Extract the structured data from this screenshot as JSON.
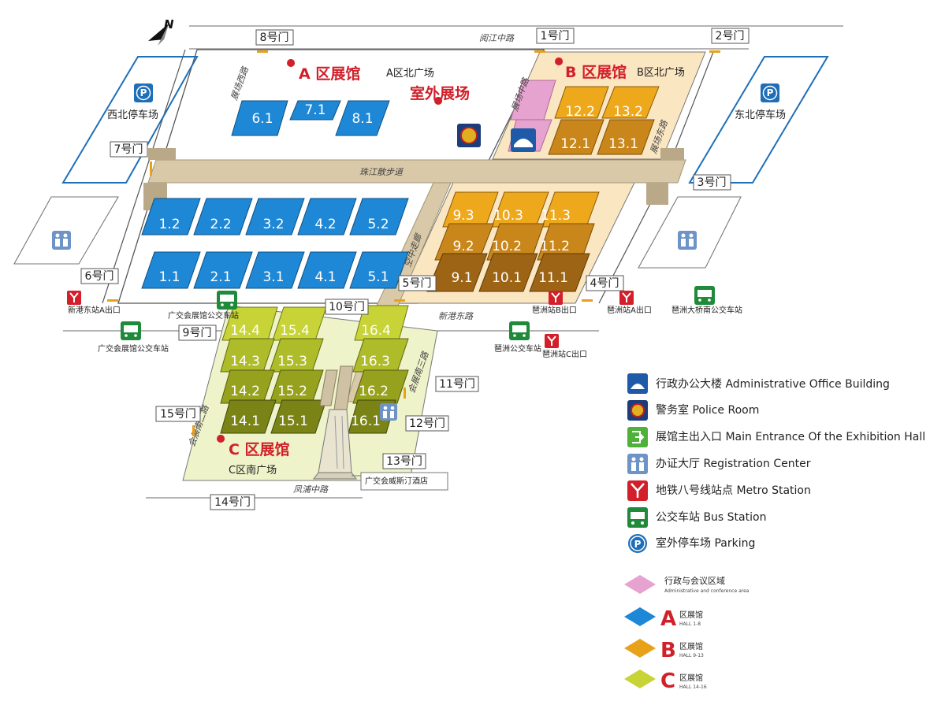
{
  "map": {
    "north_label": "N",
    "zones": {
      "a": {
        "title": "A 区展馆",
        "north_square": "A区北广场"
      },
      "b": {
        "title": "B 区展馆",
        "north_square": "B区北广场"
      },
      "c": {
        "title": "C 区展馆",
        "south_square": "C区南广场"
      },
      "outdoor": "室外展场"
    },
    "parking": {
      "northwest": "西北停车场",
      "northeast": "东北停车场"
    },
    "roads": {
      "yuejiang": "阅江中路",
      "zhanchang_west": "展场西路",
      "zhanchang_mid": "展场中路",
      "zhanchang_east": "展场东路",
      "zhujiang_walk": "珠江散步道",
      "xingang_east": "新港东路",
      "huizhan_south2": "会展南二路",
      "huizhan_south3": "会展南三路",
      "fengpu": "凤浦中路",
      "air_walk": "空中走廊"
    },
    "gates": [
      "1号门",
      "2号门",
      "3号门",
      "4号门",
      "5号门",
      "6号门",
      "7号门",
      "8号门",
      "9号门",
      "10号门",
      "11号门",
      "12号门",
      "13号门",
      "14号门",
      "15号门"
    ],
    "halls_a": [
      "6.1",
      "7.1",
      "8.1",
      "1.2",
      "2.2",
      "3.2",
      "4.2",
      "5.2",
      "1.1",
      "2.1",
      "3.1",
      "4.1",
      "5.1"
    ],
    "halls_b": [
      "12.2",
      "13.2",
      "12.1",
      "13.1",
      "9.3",
      "10.3",
      "11.3",
      "9.2",
      "10.2",
      "11.2",
      "9.1",
      "10.1",
      "11.1"
    ],
    "halls_c": [
      "14.4",
      "15.4",
      "16.4",
      "14.3",
      "15.3",
      "16.3",
      "14.2",
      "15.2",
      "16.2",
      "14.1",
      "15.1",
      "16.1"
    ],
    "stations": {
      "xingang_a": "新港东站A出口",
      "gz_bus": "广交会展馆公交车站",
      "gz_bus_left": "广交会展馆公交车站",
      "pazhou_b": "琶洲站B出口",
      "pazhou_a": "琶洲站A出口",
      "pazhou_bus": "琶洲公交车站",
      "pazhou_c": "琶洲站C出口",
      "bridge_bus": "琶洲大桥南公交车站"
    },
    "hotel": "广交会威斯汀酒店"
  },
  "legend": {
    "items": [
      {
        "icon": "office-building-icon",
        "label": "行政办公大楼 Administrative Office Building"
      },
      {
        "icon": "police-icon",
        "label": "警务室 Police Room"
      },
      {
        "icon": "entrance-icon",
        "label": "展馆主出入口 Main Entrance Of the Exhibition Hall"
      },
      {
        "icon": "registration-icon",
        "label": "办证大厅 Registration Center"
      },
      {
        "icon": "metro-icon",
        "label": "地铁八号线站点 Metro Station"
      },
      {
        "icon": "bus-icon",
        "label": "公交车站 Bus Station"
      },
      {
        "icon": "parking-icon",
        "label": "室外停车场 Parking"
      }
    ],
    "area_admin": {
      "zh": "行政与会议区域",
      "en": "Administrative and conference area"
    },
    "areas": [
      {
        "letter": "A",
        "zh": "区展馆",
        "en": "HALL 1-8"
      },
      {
        "letter": "B",
        "zh": "区展馆",
        "en": "HALL 9-13"
      },
      {
        "letter": "C",
        "zh": "区展馆",
        "en": "HALL 14-16"
      }
    ],
    "parking_letter": "P"
  },
  "colors": {
    "hall_a": "#1e88d6",
    "hall_b": "#e8a21a",
    "hall_c": "#a8b43a",
    "zone_b_bg": "#fbe6c2",
    "zone_c_bg": "#eef3c9",
    "walkway": "#d9c9a8",
    "admin": "#e7a3cf",
    "accent_red": "#d0202a",
    "metro_red": "#d31f2a",
    "bus_green": "#1e8a3a",
    "parking_blue": "#1e6fb8"
  }
}
